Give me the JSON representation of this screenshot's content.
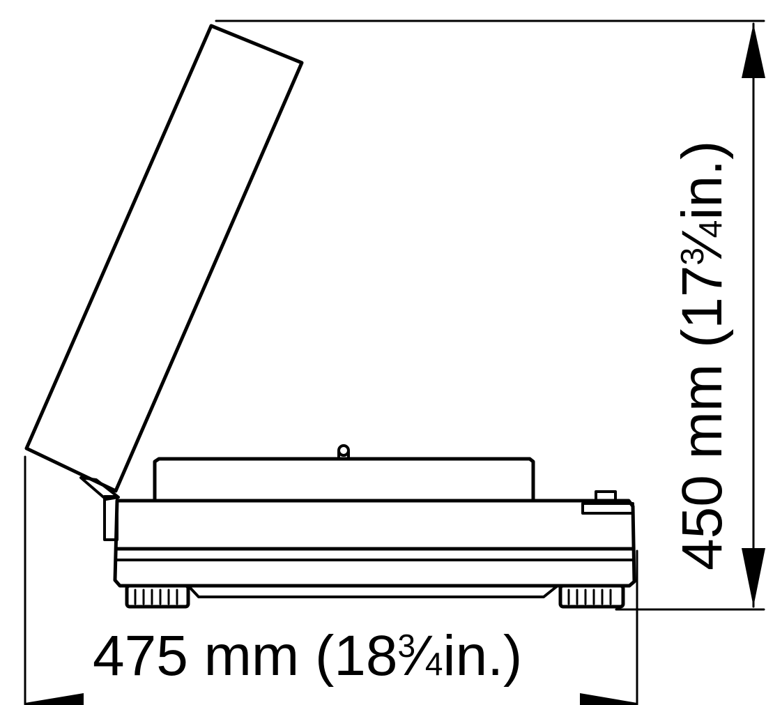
{
  "width_dimension": {
    "value": "475 mm (18",
    "fraction_num": "3",
    "fraction_den": "4",
    "unit_suffix": "in.)"
  },
  "height_dimension": {
    "value": "450 mm (17",
    "fraction_num": "3",
    "fraction_den": "4",
    "unit_suffix": "in.)"
  },
  "colors": {
    "ink": "#000000",
    "paper": "#ffffff"
  }
}
